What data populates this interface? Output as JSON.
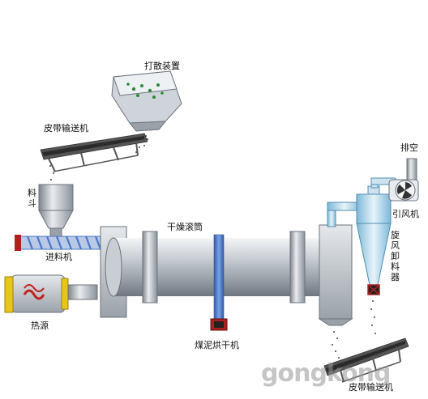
{
  "labels": {
    "scatter_device": "打散装置",
    "belt_conveyor_top": "皮带输送机",
    "hopper": "料斗",
    "screw_feeder": "进料机",
    "heat_source": "热源",
    "drying_drum": "干燥滚筒",
    "sludge_dryer": "煤泥烘干机",
    "exhaust": "排空",
    "induced_fan": "引风机",
    "cyclone_unloader": "旋风卸料器",
    "belt_conveyor_bottom": "皮带输送机"
  },
  "watermark": "gongkong",
  "colors": {
    "steel_light": "#e8ebef",
    "steel_dark": "#7f8791",
    "pipe_blue": "#4a78c8",
    "red_part": "#b02020",
    "yellow_part": "#e8c51a"
  }
}
